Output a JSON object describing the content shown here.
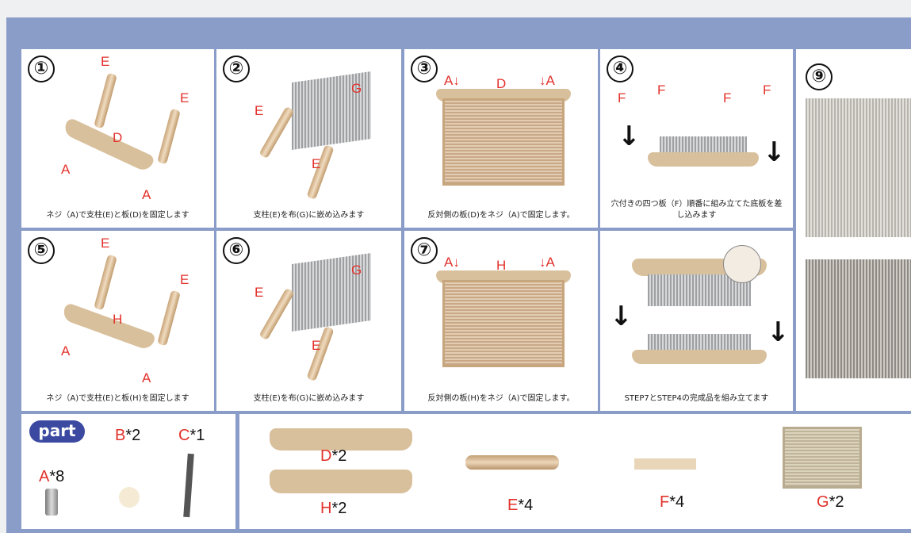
{
  "steps": [
    {
      "num": "①",
      "caption": "ネジ（A)で支柱(E)と板(D)を固定します",
      "labels": [
        "E",
        "E",
        "D",
        "A",
        "A"
      ]
    },
    {
      "num": "②",
      "caption": "支柱(E)を布(G)に嵌め込みます",
      "labels": [
        "G",
        "E",
        "E"
      ]
    },
    {
      "num": "③",
      "caption": "反対側の板(D)をネジ（A)で固定します。",
      "labels": [
        "A↓",
        "D",
        "↓A"
      ]
    },
    {
      "num": "④",
      "caption": "穴付きの四つ板（F）順番に組み立てた底板を差し込みます",
      "labels": [
        "F",
        "F",
        "F",
        "F"
      ]
    },
    {
      "num": "⑨"
    },
    {
      "num": "⑤",
      "caption": "ネジ（A)で支柱(E)と板(H)を固定します",
      "labels": [
        "E",
        "E",
        "H",
        "A",
        "A"
      ]
    },
    {
      "num": "⑥",
      "caption": "支柱(E)を布(G)に嵌め込みます",
      "labels": [
        "G",
        "E",
        "E"
      ]
    },
    {
      "num": "⑦",
      "caption": "反対側の板(H)をネジ（A)で固定します。",
      "labels": [
        "A↓",
        "H",
        "↓A"
      ]
    },
    {
      "caption": "STEP7とSTEP4の完成品を組み立てます"
    }
  ],
  "parts": {
    "title": "part",
    "items": [
      {
        "letter": "A",
        "qty": "*8"
      },
      {
        "letter": "B",
        "qty": "*2"
      },
      {
        "letter": "C",
        "qty": "*1"
      },
      {
        "letter": "D",
        "qty": "*2"
      },
      {
        "letter": "H",
        "qty": "*2"
      },
      {
        "letter": "E",
        "qty": "*4"
      },
      {
        "letter": "F",
        "qty": "*4"
      },
      {
        "letter": "G",
        "qty": "*2"
      }
    ]
  },
  "colors": {
    "frame": "#8a9cc8",
    "label": "#e2312b",
    "pill": "#3b4aa0"
  }
}
